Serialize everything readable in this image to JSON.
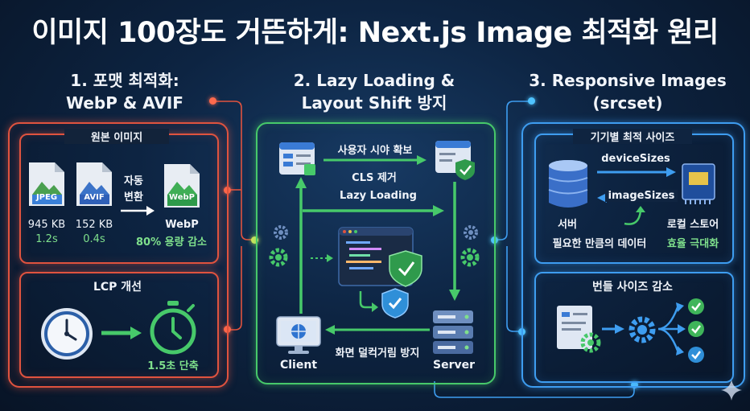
{
  "title": "이미지 100장도 거뜬하게: Next.js Image 최적화 원리",
  "sections": {
    "format": {
      "title_line1": "1. 포맷 최적화:",
      "title_line2": "WebP & AVIF",
      "original_label": "원본 이미지",
      "jpeg": {
        "badge": "JPEG",
        "size": "945 KB",
        "time": "1.2s"
      },
      "avif": {
        "badge": "AVIF",
        "size": "152 KB",
        "time": "0.4s"
      },
      "convert_line1": "자동",
      "convert_line2": "변환",
      "webp": {
        "badge": "WebP",
        "name": "WebP",
        "saving": "80% 용량 감소"
      },
      "lcp_label": "LCP 개선",
      "lcp_value": "1.5초 단축"
    },
    "lazy": {
      "title_line1": "2. Lazy Loading &",
      "title_line2": "Layout Shift 방지",
      "viewport": "사용자 시야 확보",
      "cls": "CLS 제거",
      "lazy": "Lazy Loading",
      "no_jank": "화면 덜컥거림 방지",
      "client": "Client",
      "server": "Server"
    },
    "responsive": {
      "title_line1": "3. Responsive Images",
      "title_line2": "(srcset)",
      "device_label": "기기별 최적 사이즈",
      "device_sizes": "deviceSizes",
      "image_sizes": "imageSizes",
      "server": "서버",
      "local_store": "로컬 스토어",
      "needed_data": "필요한 만큼의 데이터",
      "efficiency": "효율 극대화",
      "bundle_label": "번들 사이즈 감소"
    }
  },
  "colors": {
    "red": "#e0533f",
    "green": "#47c96a",
    "blue": "#3e9df0",
    "title": "#ffffff"
  }
}
